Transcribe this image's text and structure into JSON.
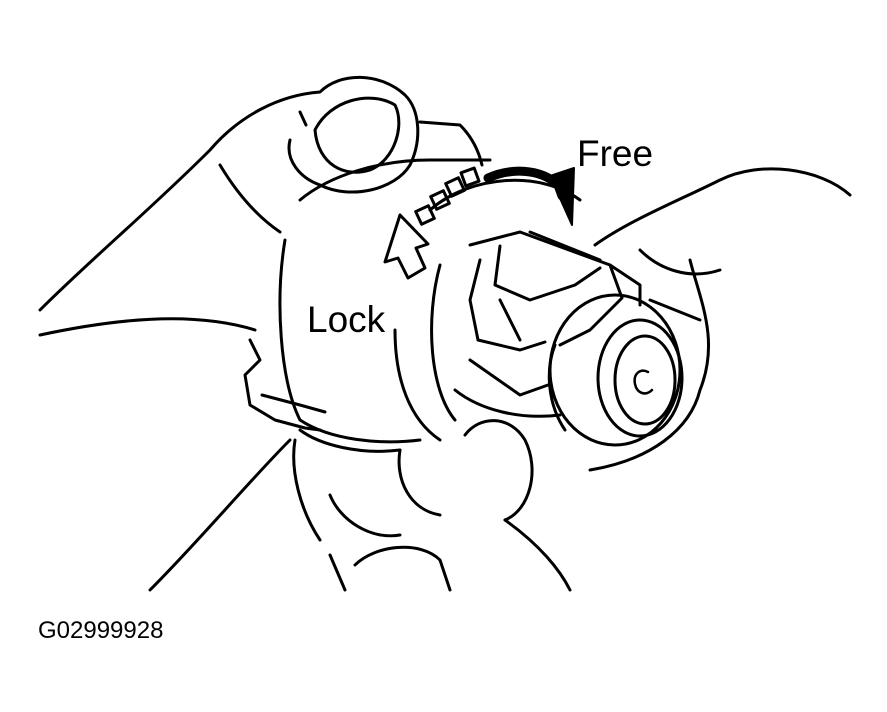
{
  "labels": {
    "free": "Free",
    "lock": "Lock"
  },
  "figure_code": "G02999928",
  "colors": {
    "line": "#000000",
    "background": "#ffffff"
  },
  "icons": {
    "rotation_arrow": "curved-arrow-clockwise-icon",
    "lock_direction_arrow": "hollow-arrow-icon"
  }
}
